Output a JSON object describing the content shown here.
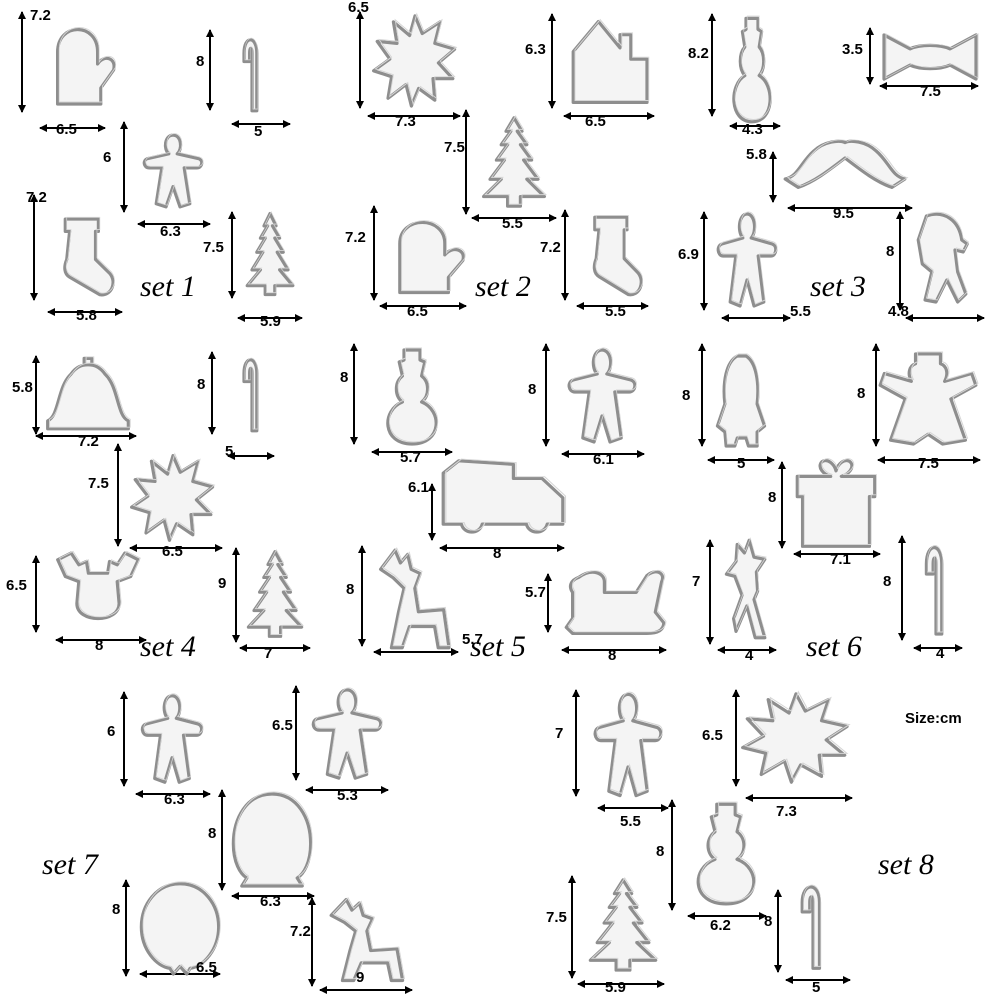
{
  "size_note": "Size:cm",
  "colors": {
    "metal_edge": "#8e8e8e",
    "metal_fill": "#f4f4f4",
    "metal_shine": "#d6d6d6",
    "arrow": "#000000"
  },
  "sets": [
    {
      "label": "set 1",
      "cutters": [
        {
          "shape": "mitten-icon",
          "height": "7.2",
          "width": "6.5"
        },
        {
          "shape": "candy-cane-icon",
          "height": "8",
          "width": "5"
        },
        {
          "shape": "gingerbread-man-icon",
          "height": "6",
          "width": "6.3"
        },
        {
          "shape": "stocking-icon",
          "height": "7.2",
          "width": "5.8"
        },
        {
          "shape": "christmas-tree-icon",
          "height": "7.5",
          "width": "5.9"
        }
      ]
    },
    {
      "label": "set 2",
      "cutters": [
        {
          "shape": "snowflake-icon",
          "height": "6.5",
          "width": "7.3"
        },
        {
          "shape": "house-icon",
          "height": "6.3",
          "width": "6.5"
        },
        {
          "shape": "christmas-tree-icon",
          "height": "7.5",
          "width": "5.5"
        },
        {
          "shape": "mitten-icon",
          "height": "7.2",
          "width": "6.5"
        },
        {
          "shape": "stocking-icon",
          "height": "7.2",
          "width": "5.5"
        }
      ]
    },
    {
      "label": "set 3",
      "cutters": [
        {
          "shape": "snowman-icon",
          "height": "8.2",
          "width": "4.3"
        },
        {
          "shape": "candy-icon",
          "height": "3.5",
          "width": "7.5"
        },
        {
          "shape": "double-bell-icon",
          "height": "5.8",
          "width": "9.5"
        },
        {
          "shape": "gingerbread-man-icon",
          "height": "6.9",
          "width": "5.5"
        },
        {
          "shape": "santa-icon",
          "height": "8",
          "width": "4.8"
        }
      ]
    },
    {
      "label": "set 4",
      "cutters": [
        {
          "shape": "bell-icon",
          "height": "5.8",
          "width": "7.2"
        },
        {
          "shape": "candy-cane-icon",
          "height": "8",
          "width": "5"
        },
        {
          "shape": "snowflake-icon",
          "height": "7.5",
          "width": "6.5"
        },
        {
          "shape": "reindeer-head-icon",
          "height": "6.5",
          "width": "8"
        },
        {
          "shape": "christmas-tree-icon",
          "height": "9",
          "width": "7"
        }
      ]
    },
    {
      "label": "set 5",
      "cutters": [
        {
          "shape": "snowman-icon",
          "height": "8",
          "width": "5.7"
        },
        {
          "shape": "gingerbread-man-icon",
          "height": "8",
          "width": "6.1"
        },
        {
          "shape": "truck-icon",
          "height": "6.1",
          "width": "8"
        },
        {
          "shape": "reindeer-icon",
          "height": "8",
          "width": "5.7"
        },
        {
          "shape": "sleigh-icon",
          "height": "5.7",
          "width": "8"
        }
      ]
    },
    {
      "label": "set 6",
      "cutters": [
        {
          "shape": "penguin-icon",
          "height": "8",
          "width": "5"
        },
        {
          "shape": "angel-icon",
          "height": "8",
          "width": "7.5"
        },
        {
          "shape": "gift-box-icon",
          "height": "8",
          "width": "7.1"
        },
        {
          "shape": "shooting-star-icon",
          "height": "7",
          "width": "4"
        },
        {
          "shape": "candy-cane-icon",
          "height": "8",
          "width": "4"
        }
      ]
    },
    {
      "label": "set 7",
      "cutters": [
        {
          "shape": "gingerbread-man-icon",
          "height": "6",
          "width": "6.3"
        },
        {
          "shape": "gingerbread-man-icon",
          "height": "6.5",
          "width": "5.3"
        },
        {
          "shape": "snow-globe-icon",
          "height": "8",
          "width": "6.3"
        },
        {
          "shape": "ornament-icon",
          "height": "8",
          "width": "6.5"
        },
        {
          "shape": "reindeer-icon",
          "height": "7.2",
          "width": "9"
        }
      ]
    },
    {
      "label": "set 8",
      "cutters": [
        {
          "shape": "gingerbread-man-icon",
          "height": "7",
          "width": "5.5"
        },
        {
          "shape": "snowflake-icon",
          "height": "6.5",
          "width": "7.3"
        },
        {
          "shape": "snowman-icon",
          "height": "8",
          "width": "6.2"
        },
        {
          "shape": "christmas-tree-icon",
          "height": "7.5",
          "width": "5.9"
        },
        {
          "shape": "candy-cane-icon",
          "height": "8",
          "width": "5"
        }
      ]
    }
  ]
}
